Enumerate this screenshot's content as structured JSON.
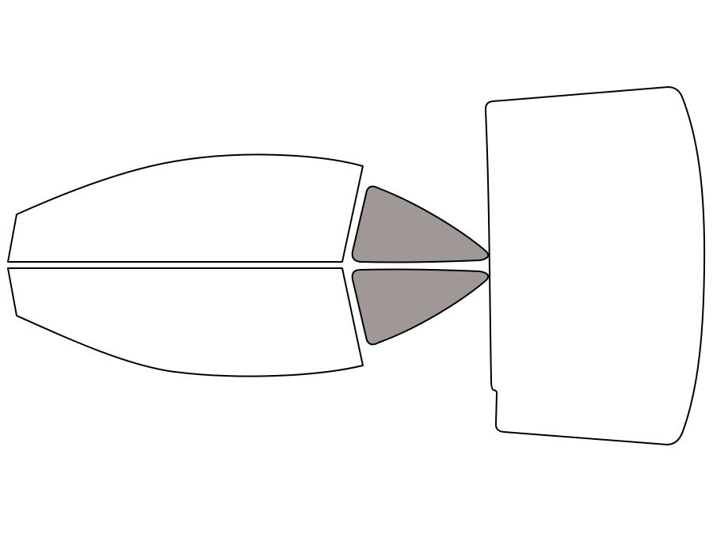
{
  "diagram": {
    "background_color": "#ffffff",
    "outline_color": "#000000",
    "panels": [
      {
        "name": "front-door-window-upper",
        "state": "unshaded",
        "fill": "#ffffff"
      },
      {
        "name": "front-door-window-lower",
        "state": "unshaded",
        "fill": "#ffffff"
      },
      {
        "name": "rear-quarter-window-upper",
        "state": "shaded",
        "fill": "#a09797"
      },
      {
        "name": "rear-quarter-window-lower",
        "state": "shaded",
        "fill": "#a09797"
      },
      {
        "name": "rear-windshield",
        "state": "unshaded",
        "fill": "#ffffff"
      }
    ]
  }
}
